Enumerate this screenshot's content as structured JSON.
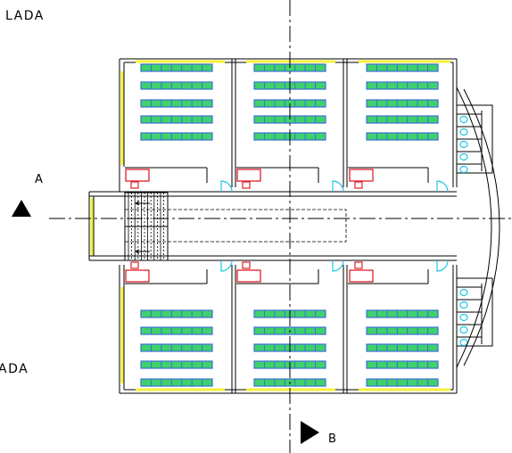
{
  "labels": {
    "top_left": "LADA",
    "bottom_left": "ADA",
    "section_a": "A",
    "section_b": "B"
  },
  "colors": {
    "wall": "#000000",
    "desk_fill": "#3fd16b",
    "desk_border": "#3d6fd6",
    "window": "#f5f03a",
    "teacher_desk": "#e0202a",
    "door": "#19c8e8",
    "toilet": "#19c8e8",
    "axis": "#000000"
  },
  "floor_plan": {
    "classrooms_top_row": 3,
    "classrooms_bottom_row": 3,
    "desk_rows_per_classroom": 5,
    "desks_per_row": 7,
    "toilet_blocks": 2
  }
}
